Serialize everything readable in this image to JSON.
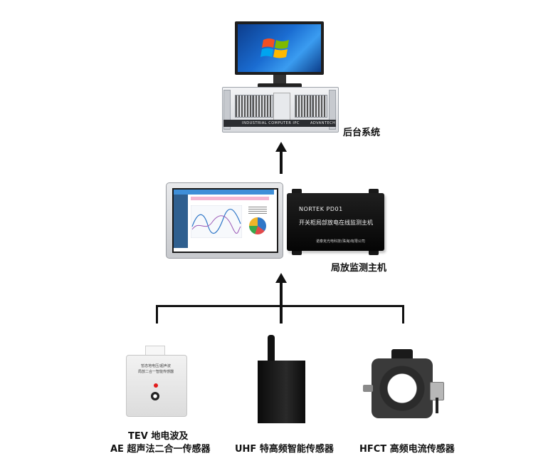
{
  "nodes": {
    "backend": {
      "label": "后台系统",
      "chassis_text": "INDUSTRIAL COMPUTER  IPC",
      "brand_text": "ADVANTECH"
    },
    "host": {
      "label": "局放监测主机",
      "device_model": "NORTEK PD01",
      "device_name": "开关柜局部放电在线监测主机",
      "device_company": "诺泰克光电科技(珠海)有限公司"
    },
    "tev_ae": {
      "label_line1": "TEV 地电波及",
      "label_line2": "AE 超声法二合一传感器",
      "device_text_line1": "暂态地电压/超声波",
      "device_text_line2": "局放二合一智能传感器"
    },
    "uhf": {
      "label": "UHF 特高频智能传感器"
    },
    "hfct": {
      "label": "HFCT 高频电流传感器"
    }
  },
  "colors": {
    "line": "#111111",
    "screen_blue": "#1a6cd1",
    "device_black": "#0a0a0a",
    "led_red": "#e21c1c"
  },
  "icons": [
    "windows-logo-icon",
    "arrow-up-icon"
  ]
}
